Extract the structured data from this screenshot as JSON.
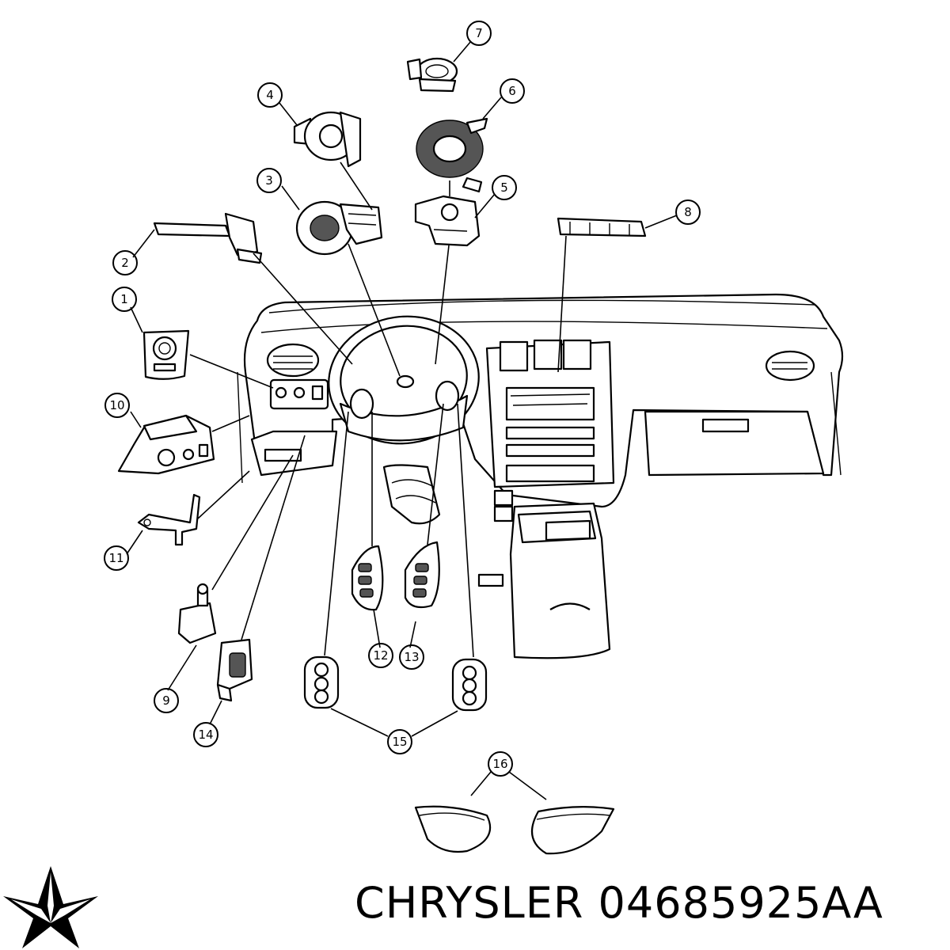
{
  "callouts": [
    "1",
    "2",
    "3",
    "4",
    "5",
    "6",
    "7",
    "8",
    "9",
    "10",
    "11",
    "12",
    "13",
    "14",
    "15",
    "16"
  ],
  "caption": {
    "brand": "CHRYSLER",
    "part_number": "04685925AA"
  },
  "logo_icon": "chrysler-pentastar-icon"
}
